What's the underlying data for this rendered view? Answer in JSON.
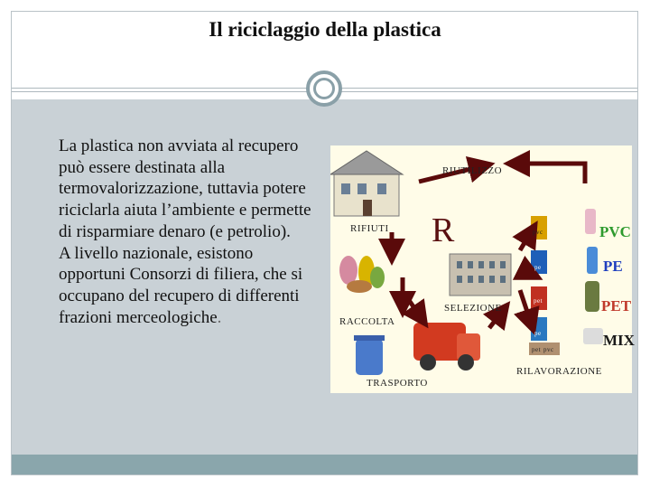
{
  "slide": {
    "title": "Il riciclaggio della plastica",
    "paragraphs": [
      "La plastica non avviata al recupero può essere destinata alla termovalorizzazione, tuttavia potere riciclarla aiuta l’ambiente e permette di risparmiare denaro (e petrolio).",
      "A livello nazionale, esistono opportuni Consorzi di filiera, che si occupano del recupero di differenti frazioni merceologiche"
    ],
    "trailing_period": "."
  },
  "diagram": {
    "labels": {
      "riutilizzo": "RIUTILIZZO",
      "rifiuti": "RIFIUTI",
      "r": "R",
      "raccolta": "RACCOLTA",
      "selezione": "SELEZIONE",
      "trasporto": "TRASPORTO",
      "rilavorazione": "RILAVORAZIONE"
    },
    "plastics": [
      {
        "name": "PVC",
        "color": "#2e9a2e"
      },
      {
        "name": "PE",
        "color": "#1f3fbf"
      },
      {
        "name": "PET",
        "color": "#c0392b"
      },
      {
        "name": "MIX",
        "color": "#1a1a1a"
      }
    ],
    "bin_tags": [
      "pvc",
      "pe",
      "pet",
      "pe",
      "pet",
      "pvc"
    ],
    "colors": {
      "arrow": "#5a0a0a",
      "background": "#fffce8"
    }
  }
}
